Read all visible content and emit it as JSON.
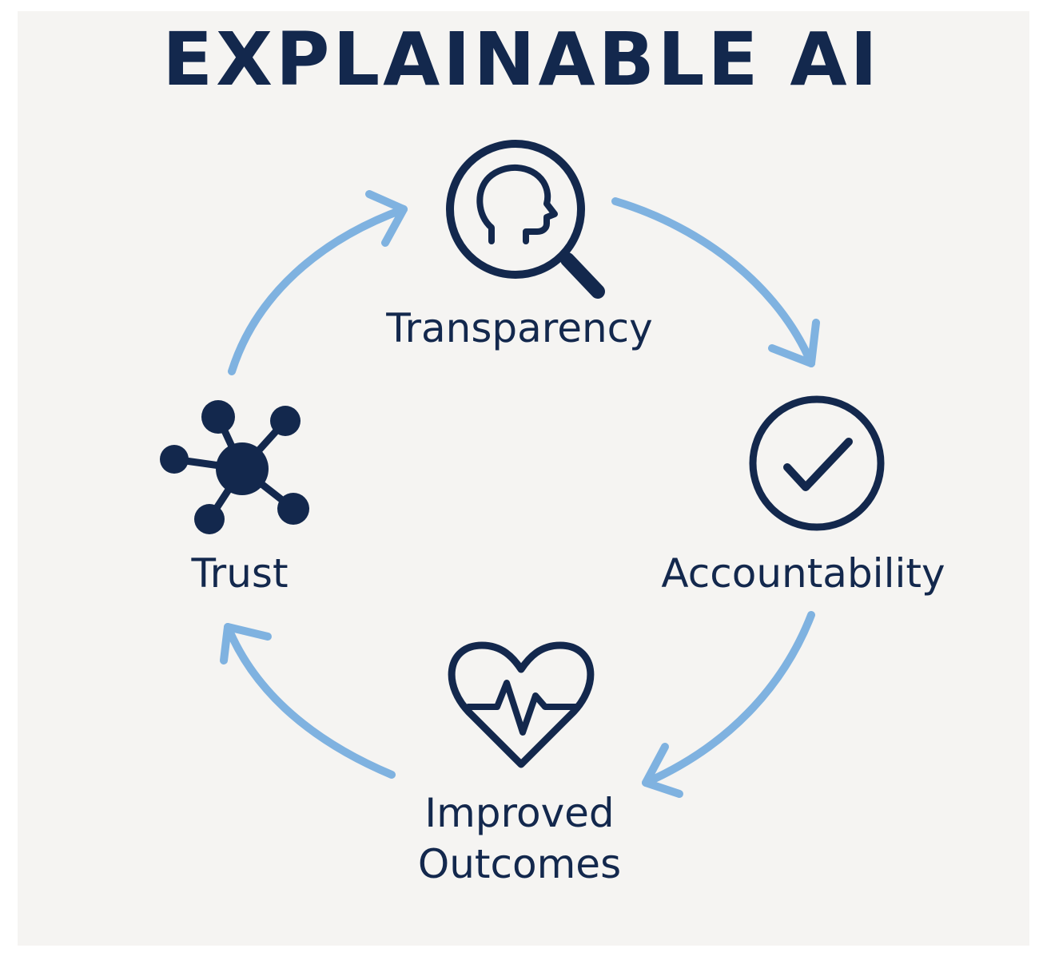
{
  "title": "EXPLAINABLE AI",
  "nodes": {
    "transparency": {
      "label": "Transparency",
      "icon": "magnifier-head-icon"
    },
    "accountability": {
      "label": "Accountability",
      "icon": "check-circle-icon"
    },
    "outcomes": {
      "label_line1": "Improved",
      "label_line2": "Outcomes",
      "icon": "heart-pulse-icon"
    },
    "trust": {
      "label": "Trust",
      "icon": "network-icon"
    }
  },
  "colors": {
    "navy": "#13284d",
    "arrow": "#7fb2e0",
    "background": "#f5f4f2"
  }
}
